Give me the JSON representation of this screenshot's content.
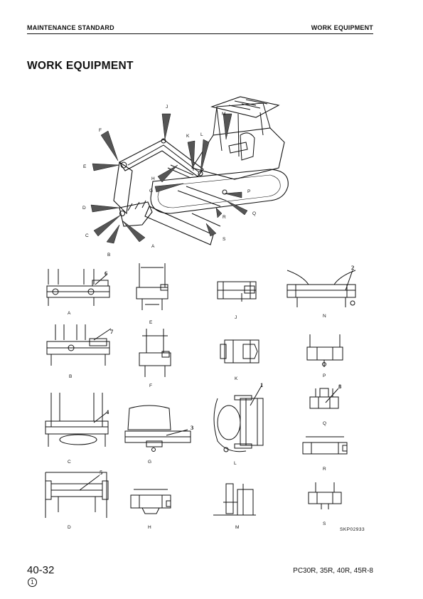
{
  "header": {
    "left": "MAINTENANCE STANDARD",
    "right": "WORK EQUIPMENT"
  },
  "title": "WORK EQUIPMENT",
  "overview_labels": [
    "J",
    "F",
    "M",
    "K",
    "L",
    "E",
    "H",
    "G",
    "P",
    "D",
    "Q",
    "R",
    "C",
    "S",
    "A",
    "B"
  ],
  "detail_labels": {
    "A": "A",
    "E": "E",
    "J": "J",
    "N": "N",
    "B": "B",
    "F": "F",
    "K": "K",
    "P": "P",
    "C": "C",
    "G": "G",
    "L": "L",
    "Q": "Q",
    "R": "R",
    "D": "D",
    "H": "H",
    "M": "M",
    "S": "S"
  },
  "callouts": [
    "1",
    "2",
    "3",
    "4",
    "5",
    "6",
    "7",
    "8"
  ],
  "figure_code": "SKP02933",
  "footer": {
    "page_number": "40-32",
    "revision_mark": "1",
    "model": "PC30R, 35R, 40R, 45R-8"
  }
}
